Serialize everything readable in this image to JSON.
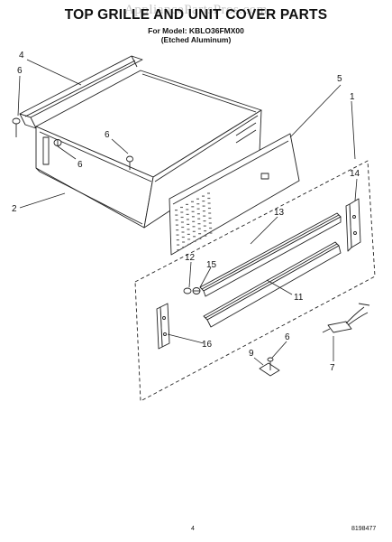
{
  "header": {
    "title": "TOP GRILLE AND UNIT COVER PARTS",
    "model_line": "For Model: KBLO36FMX00",
    "finish_line": "(Etched Aluminum)",
    "watermark": "AppliancePartsPros.com"
  },
  "callouts": [
    {
      "id": "c4",
      "label": "4"
    },
    {
      "id": "c6a",
      "label": "6"
    },
    {
      "id": "c6b",
      "label": "6"
    },
    {
      "id": "c6c",
      "label": "6"
    },
    {
      "id": "c5",
      "label": "5"
    },
    {
      "id": "c1",
      "label": "1"
    },
    {
      "id": "c14",
      "label": "14"
    },
    {
      "id": "c2",
      "label": "2"
    },
    {
      "id": "c13",
      "label": "13"
    },
    {
      "id": "c12",
      "label": "12"
    },
    {
      "id": "c15",
      "label": "15"
    },
    {
      "id": "c11",
      "label": "11"
    },
    {
      "id": "c16",
      "label": "16"
    },
    {
      "id": "c9",
      "label": "9"
    },
    {
      "id": "c6d",
      "label": "6"
    },
    {
      "id": "c7",
      "label": "7"
    }
  ],
  "footer": {
    "page_number": "4",
    "doc_number": "8198477"
  }
}
